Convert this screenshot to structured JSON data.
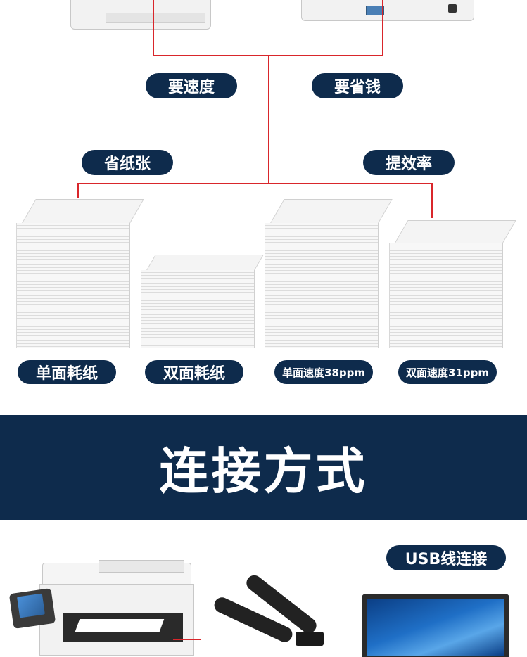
{
  "labels": {
    "speed": "要速度",
    "save_money": "要省钱",
    "save_paper": "省纸张",
    "efficiency": "提效率"
  },
  "stacks": [
    {
      "caption": "单面耗纸"
    },
    {
      "caption": "双面耗纸"
    },
    {
      "caption": "单面速度38ppm"
    },
    {
      "caption": "双面速度31ppm"
    }
  ],
  "section": {
    "title": "连接方式"
  },
  "connection": {
    "usb_label": "USB线连接"
  },
  "colors": {
    "navy": "#0e2b4c",
    "red_line": "#d9262b"
  }
}
